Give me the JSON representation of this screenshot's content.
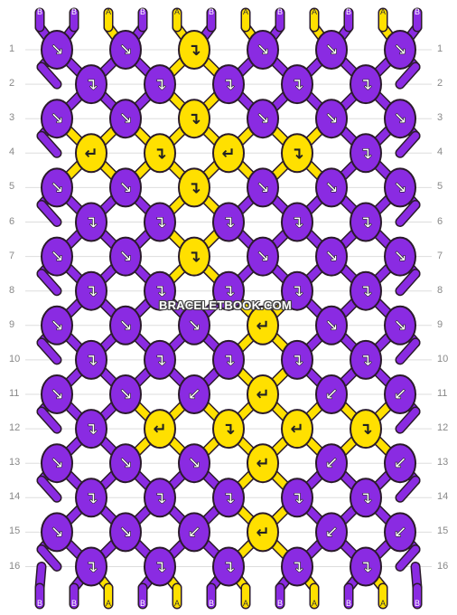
{
  "title": "",
  "watermark": "BRACELETBOOK.COM",
  "colors": {
    "B": "#8A2BE2",
    "A": "#FFE000",
    "outline": "#2a1a2a",
    "grid": "#dddddd",
    "arrow": "#ffffff"
  },
  "strings_top": [
    "B",
    "B",
    "A",
    "B",
    "A",
    "B",
    "A",
    "B",
    "A",
    "B",
    "A",
    "B"
  ],
  "strings_bottom": [
    "B",
    "B",
    "A",
    "B",
    "A",
    "B",
    "A",
    "B",
    "A",
    "B",
    "A",
    "B"
  ],
  "row_labels": [
    "1",
    "2",
    "3",
    "4",
    "5",
    "6",
    "7",
    "8",
    "9",
    "10",
    "11",
    "12",
    "13",
    "14",
    "15",
    "16"
  ],
  "knot_rows": [
    [
      {
        "c": "B",
        "d": "↘"
      },
      {
        "c": "B",
        "d": "↘"
      },
      {
        "c": "A",
        "d": "↴"
      },
      {
        "c": "B",
        "d": "↘"
      },
      {
        "c": "B",
        "d": "↘"
      },
      {
        "c": "B",
        "d": "↘"
      }
    ],
    [
      {
        "c": "B",
        "d": "↴"
      },
      {
        "c": "B",
        "d": "↴"
      },
      {
        "c": "B",
        "d": "↴"
      },
      {
        "c": "B",
        "d": "↴"
      },
      {
        "c": "B",
        "d": "↴"
      }
    ],
    [
      {
        "c": "B",
        "d": "↘"
      },
      {
        "c": "B",
        "d": "↘"
      },
      {
        "c": "A",
        "d": "↴"
      },
      {
        "c": "B",
        "d": "↘"
      },
      {
        "c": "B",
        "d": "↘"
      },
      {
        "c": "B",
        "d": "↘"
      }
    ],
    [
      {
        "c": "A",
        "d": "↵"
      },
      {
        "c": "A",
        "d": "↴"
      },
      {
        "c": "A",
        "d": "↵"
      },
      {
        "c": "A",
        "d": "↴"
      },
      {
        "c": "B",
        "d": "↴"
      }
    ],
    [
      {
        "c": "B",
        "d": "↘"
      },
      {
        "c": "B",
        "d": "↘"
      },
      {
        "c": "A",
        "d": "↴"
      },
      {
        "c": "B",
        "d": "↘"
      },
      {
        "c": "B",
        "d": "↘"
      },
      {
        "c": "B",
        "d": "↘"
      }
    ],
    [
      {
        "c": "B",
        "d": "↴"
      },
      {
        "c": "B",
        "d": "↴"
      },
      {
        "c": "B",
        "d": "↴"
      },
      {
        "c": "B",
        "d": "↴"
      },
      {
        "c": "B",
        "d": "↴"
      }
    ],
    [
      {
        "c": "B",
        "d": "↘"
      },
      {
        "c": "B",
        "d": "↘"
      },
      {
        "c": "A",
        "d": "↴"
      },
      {
        "c": "B",
        "d": "↘"
      },
      {
        "c": "B",
        "d": "↘"
      },
      {
        "c": "B",
        "d": "↘"
      }
    ],
    [
      {
        "c": "B",
        "d": "↴"
      },
      {
        "c": "B",
        "d": "↴"
      },
      {
        "c": "B",
        "d": "↴"
      },
      {
        "c": "B",
        "d": "↴"
      },
      {
        "c": "B",
        "d": "↴"
      }
    ],
    [
      {
        "c": "B",
        "d": "↘"
      },
      {
        "c": "B",
        "d": "↘"
      },
      {
        "c": "B",
        "d": "↘"
      },
      {
        "c": "A",
        "d": "↵"
      },
      {
        "c": "B",
        "d": "↘"
      },
      {
        "c": "B",
        "d": "↘"
      }
    ],
    [
      {
        "c": "B",
        "d": "↴"
      },
      {
        "c": "B",
        "d": "↴"
      },
      {
        "c": "B",
        "d": "↴"
      },
      {
        "c": "B",
        "d": "↴"
      },
      {
        "c": "B",
        "d": "↴"
      }
    ],
    [
      {
        "c": "B",
        "d": "↘"
      },
      {
        "c": "B",
        "d": "↘"
      },
      {
        "c": "B",
        "d": "↙"
      },
      {
        "c": "A",
        "d": "↵"
      },
      {
        "c": "B",
        "d": "↙"
      },
      {
        "c": "B",
        "d": "↙"
      }
    ],
    [
      {
        "c": "B",
        "d": "↴"
      },
      {
        "c": "A",
        "d": "↵"
      },
      {
        "c": "A",
        "d": "↴"
      },
      {
        "c": "A",
        "d": "↵"
      },
      {
        "c": "A",
        "d": "↴"
      }
    ],
    [
      {
        "c": "B",
        "d": "↘"
      },
      {
        "c": "B",
        "d": "↘"
      },
      {
        "c": "B",
        "d": "↘"
      },
      {
        "c": "A",
        "d": "↵"
      },
      {
        "c": "B",
        "d": "↙"
      },
      {
        "c": "B",
        "d": "↙"
      }
    ],
    [
      {
        "c": "B",
        "d": "↴"
      },
      {
        "c": "B",
        "d": "↴"
      },
      {
        "c": "B",
        "d": "↴"
      },
      {
        "c": "B",
        "d": "↴"
      },
      {
        "c": "B",
        "d": "↴"
      }
    ],
    [
      {
        "c": "B",
        "d": "↘"
      },
      {
        "c": "B",
        "d": "↘"
      },
      {
        "c": "B",
        "d": "↙"
      },
      {
        "c": "A",
        "d": "↵"
      },
      {
        "c": "B",
        "d": "↙"
      },
      {
        "c": "B",
        "d": "↙"
      }
    ],
    [
      {
        "c": "B",
        "d": "↴"
      },
      {
        "c": "B",
        "d": "↴"
      },
      {
        "c": "B",
        "d": "↴"
      },
      {
        "c": "B",
        "d": "↴"
      },
      {
        "c": "B",
        "d": "↴"
      }
    ]
  ]
}
